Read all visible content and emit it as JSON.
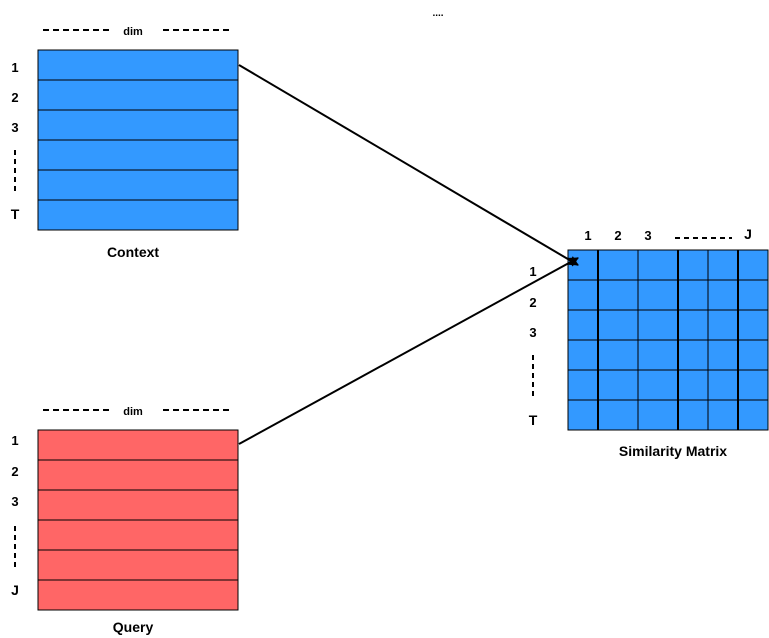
{
  "top_note": "....",
  "context": {
    "title": "Context",
    "dim_label": "dim",
    "row_labels": [
      "1",
      "2",
      "3",
      "T"
    ],
    "rows": 6,
    "color": "#3399FF"
  },
  "query": {
    "title": "Query",
    "dim_label": "dim",
    "row_labels": [
      "1",
      "2",
      "3",
      "J"
    ],
    "rows": 6,
    "color": "#FF6666"
  },
  "similarity": {
    "title": "Similarity Matrix",
    "col_labels": [
      "1",
      "2",
      "3",
      "J"
    ],
    "row_labels": [
      "1",
      "2",
      "3",
      "T"
    ],
    "rows": 6,
    "cols": 6,
    "color": "#3399FF"
  }
}
